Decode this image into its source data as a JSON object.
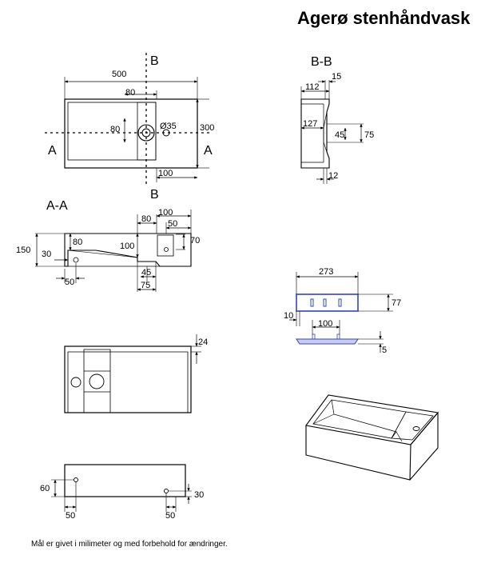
{
  "title": "Agerø stenhåndvask",
  "footnote": "Mål er givet i milimeter og med forbehold for ændringer.",
  "plan": {
    "w500": "500",
    "w80": "80",
    "h80": "80",
    "dia": "Ø35",
    "h300": "300",
    "w100": "100",
    "secA_left": "A",
    "secA_right": "A",
    "secB_top": "B",
    "secB_bottom": "B"
  },
  "section_aa": {
    "label": "A-A",
    "h150": "150",
    "h80": "80",
    "h30": "30",
    "w50": "50",
    "w80": "80",
    "w100": "100",
    "w50b": "50",
    "h100": "100",
    "h70": "70",
    "w45": "45",
    "w75": "75"
  },
  "section_bb": {
    "label": "B-B",
    "w112": "112",
    "w15": "15",
    "w127": "127",
    "h45": "45",
    "h75": "75",
    "w12": "12"
  },
  "bracket": {
    "w273": "273",
    "h77": "77",
    "w10": "10",
    "w100": "100",
    "h5": "5"
  },
  "bottom_view": {
    "h24": "24"
  },
  "rear_view": {
    "h60": "60",
    "w50a": "50",
    "w50b": "50",
    "h30": "30"
  }
}
